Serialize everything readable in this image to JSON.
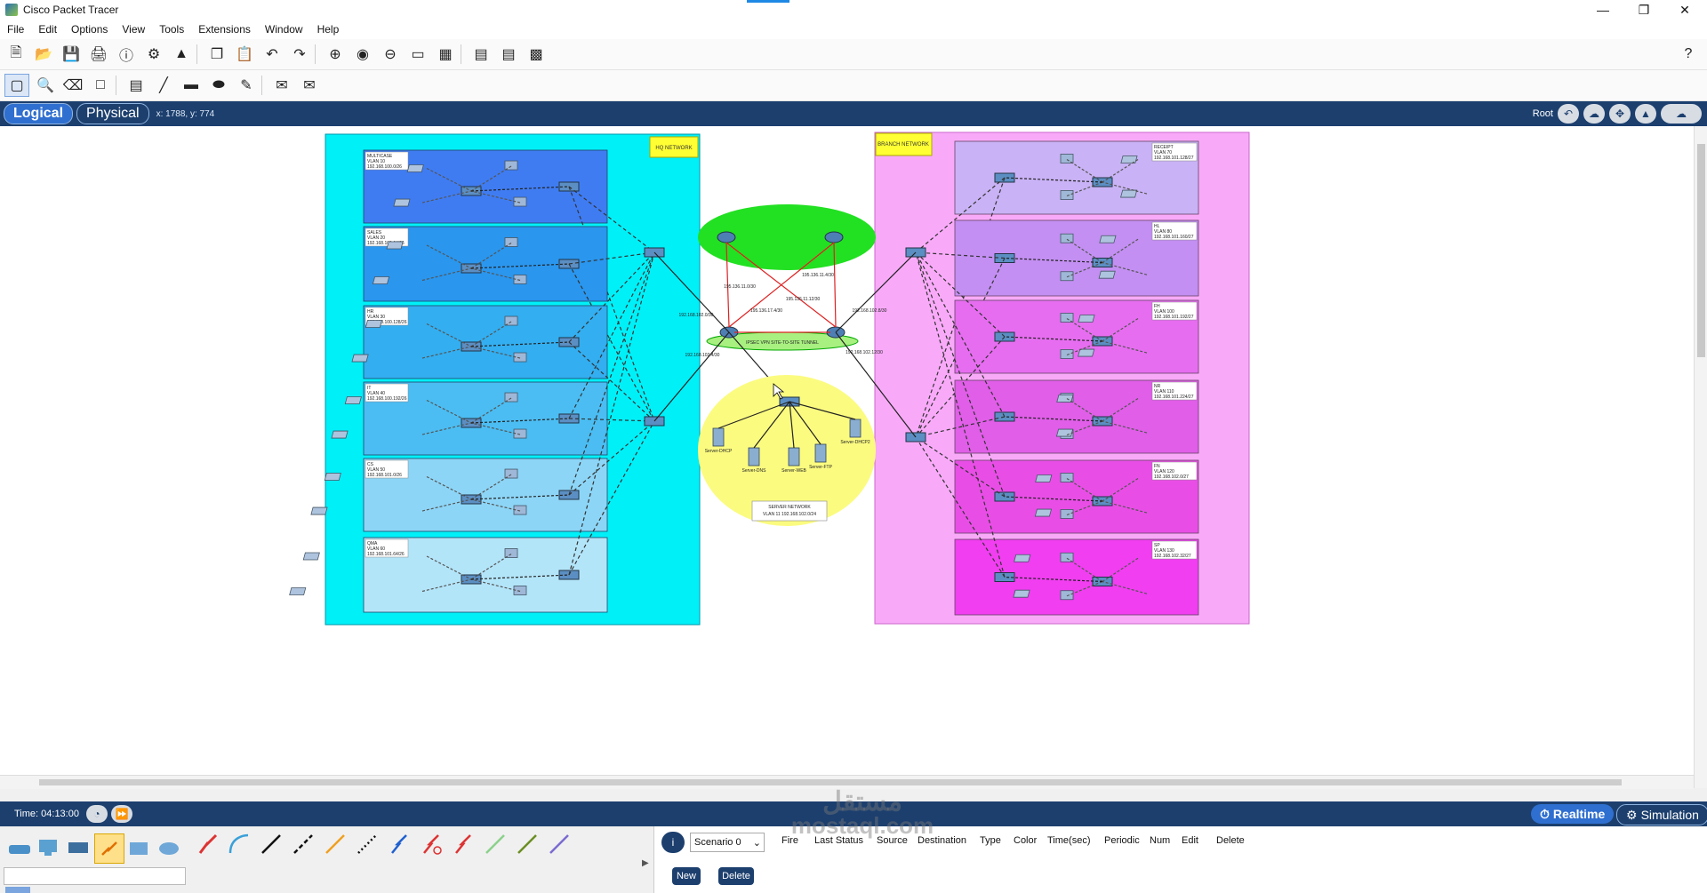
{
  "window": {
    "title": "Cisco Packet Tracer"
  },
  "menu": [
    "File",
    "Edit",
    "Options",
    "View",
    "Tools",
    "Extensions",
    "Window",
    "Help"
  ],
  "mode": {
    "logical_label": "Logical",
    "physical_label": "Physical",
    "coords": "x: 1788, y: 774",
    "root_label": "Root"
  },
  "status": {
    "time": "Time: 04:13:00",
    "realtime_label": "Realtime",
    "simulation_label": "Simulation"
  },
  "pdu": {
    "scenario": "Scenario 0",
    "new_label": "New",
    "delete_label": "Delete",
    "columns": [
      "Fire",
      "Last Status",
      "Source",
      "Destination",
      "Type",
      "Color",
      "Time(sec)",
      "Periodic",
      "Num",
      "Edit",
      "Delete"
    ]
  },
  "watermark": {
    "line1": "مستقل",
    "line2": "mostaql.com"
  },
  "diagram": {
    "left_zone_label": "HQ NETWORK",
    "right_zone_label": "BRANCH NETWORK",
    "vpn_label": "IPSEC VPN SITE-TO-SITE TUNNEL",
    "server_zone_label": "SERVER NETWORK",
    "server_zone_detail": "VLAN 11 192.168.102.0/24",
    "wan_links": [
      "195.136.11.0/30",
      "195.136.17.4/30",
      "195.136.11.4/30",
      "195.136.11.12/30"
    ],
    "router_links": [
      "192.168.102.0/30",
      "192.168.102.4/30",
      "192.168.102.8/30",
      "192.168.102.12/30"
    ],
    "servers": [
      "Server-DHCP",
      "Server-DNS",
      "Server-WEB",
      "Server-FTP",
      "Server-DHCP2"
    ],
    "left_vlans": [
      {
        "name": "MULTICASE",
        "vlan": "VLAN 10",
        "net": "192.168.100.0/26",
        "color": "#3f7cf2"
      },
      {
        "name": "SALES",
        "vlan": "VLAN 20",
        "net": "192.168.100.64/26",
        "color": "#2a96ee"
      },
      {
        "name": "HR",
        "vlan": "VLAN 30",
        "net": "192.168.100.128/26",
        "color": "#33aef0"
      },
      {
        "name": "IT",
        "vlan": "VLAN 40",
        "net": "192.168.100.192/26",
        "color": "#4bbdf2"
      },
      {
        "name": "CS",
        "vlan": "VLAN 50",
        "net": "192.168.101.0/26",
        "color": "#8dd5f6"
      },
      {
        "name": "QMA",
        "vlan": "VLAN 60",
        "net": "192.168.101.64/26",
        "color": "#b3e5f9"
      }
    ],
    "right_vlans": [
      {
        "name": "RECEIPT",
        "vlan": "VLAN 70",
        "net": "192.168.101.128/27",
        "color": "#c9b2f5"
      },
      {
        "name": "HL",
        "vlan": "VLAN 80",
        "net": "192.168.101.160/27",
        "color": "#c38ff2"
      },
      {
        "name": "FH",
        "vlan": "VLAN 100",
        "net": "192.168.101.192/27",
        "color": "#e66df0"
      },
      {
        "name": "NR",
        "vlan": "VLAN 110",
        "net": "192.168.101.224/27",
        "color": "#e05ee8"
      },
      {
        "name": "FN",
        "vlan": "VLAN 120",
        "net": "192.168.102.0/27",
        "color": "#e84ee6"
      },
      {
        "name": "SP",
        "vlan": "VLAN 130",
        "net": "192.168.102.32/27",
        "color": "#f03ef0"
      }
    ]
  }
}
